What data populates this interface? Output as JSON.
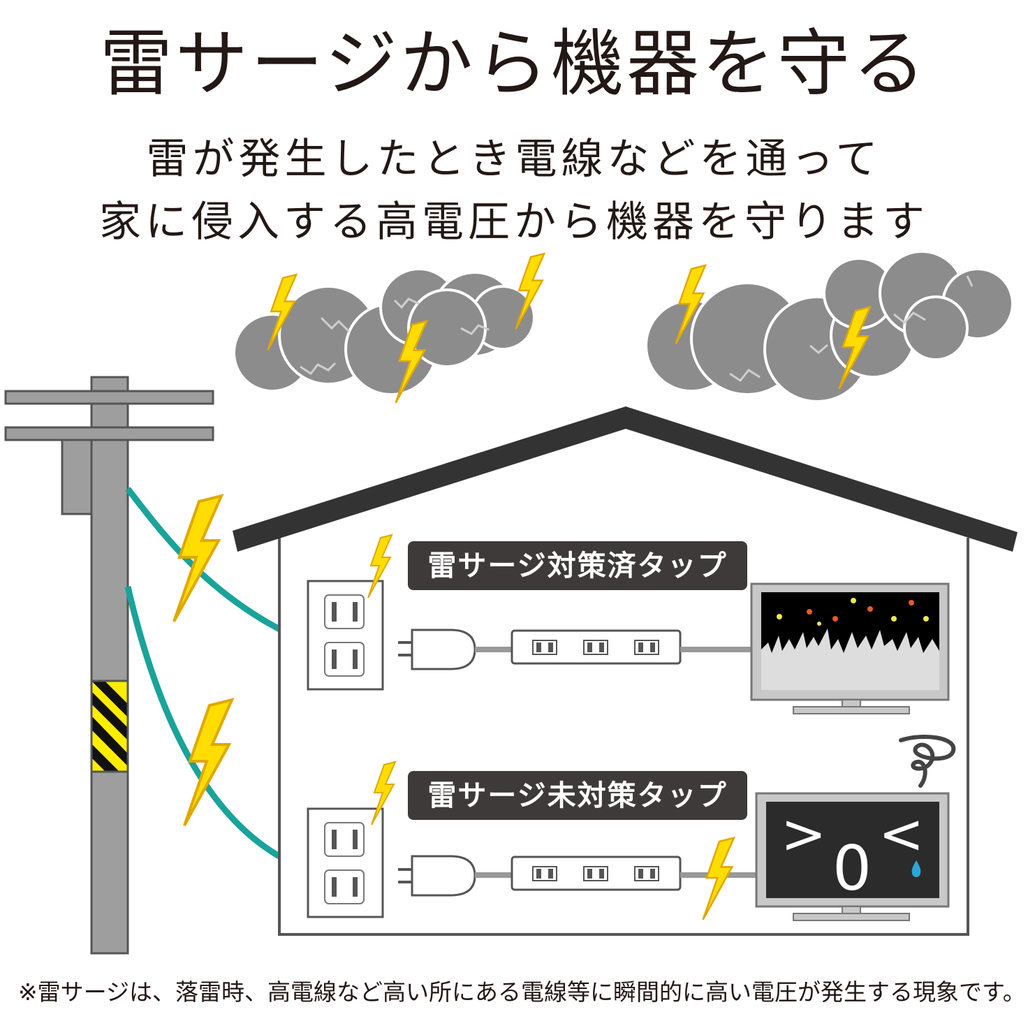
{
  "title": "雷サージから機器を守る",
  "subtitle": {
    "line1": "雷が発生したとき電線などを通って",
    "line2": "家に侵入する高電圧から機器を守ります"
  },
  "labels": {
    "protected": "雷サージ対策済タップ",
    "unprotected": "雷サージ未対策タップ"
  },
  "broken_tv_face": {
    "left_eye": ">",
    "mouth": "0",
    "right_eye": "<"
  },
  "footnote": "※雷サージは、落雷時、高電線など高い所にある電線等に瞬間的に高い電圧が発生する現象です。",
  "colors": {
    "cloud": "#8c8c8c",
    "bolt": "#f5c400",
    "cable": "#1aa39a",
    "roof": "#333333",
    "pole": "#9e9e9e",
    "label_bg": "#3e3a39"
  }
}
